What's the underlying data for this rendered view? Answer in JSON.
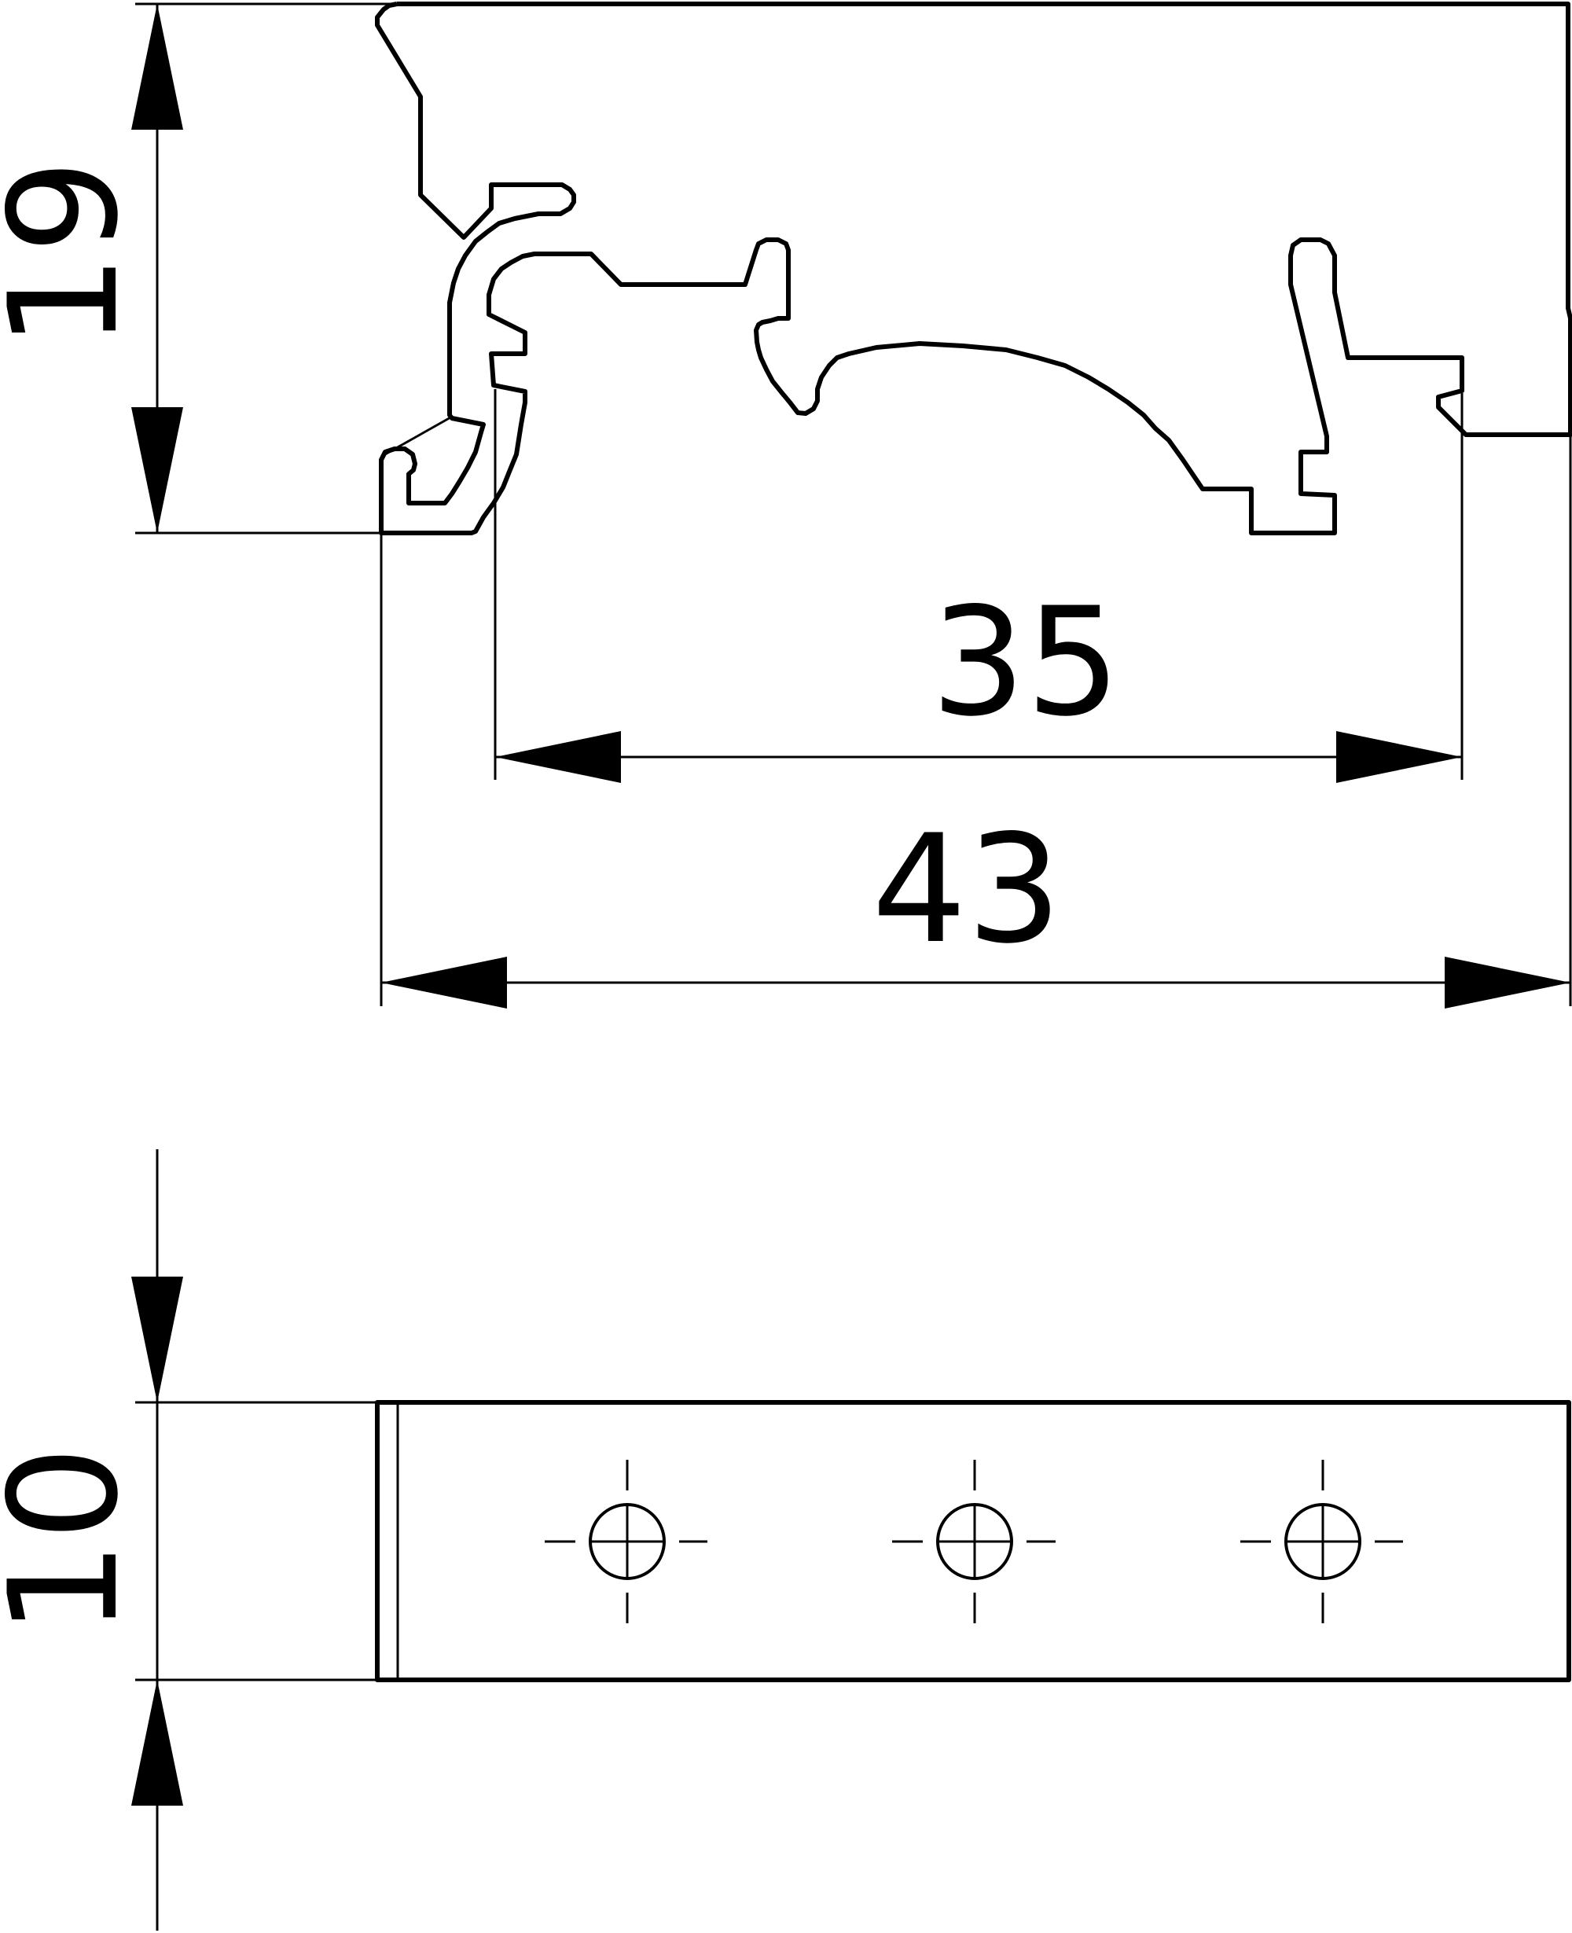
{
  "drawing": {
    "dimensions": {
      "profile_height": "19",
      "rail_width": "35",
      "overall_width": "43",
      "clip_height": "10"
    }
  }
}
